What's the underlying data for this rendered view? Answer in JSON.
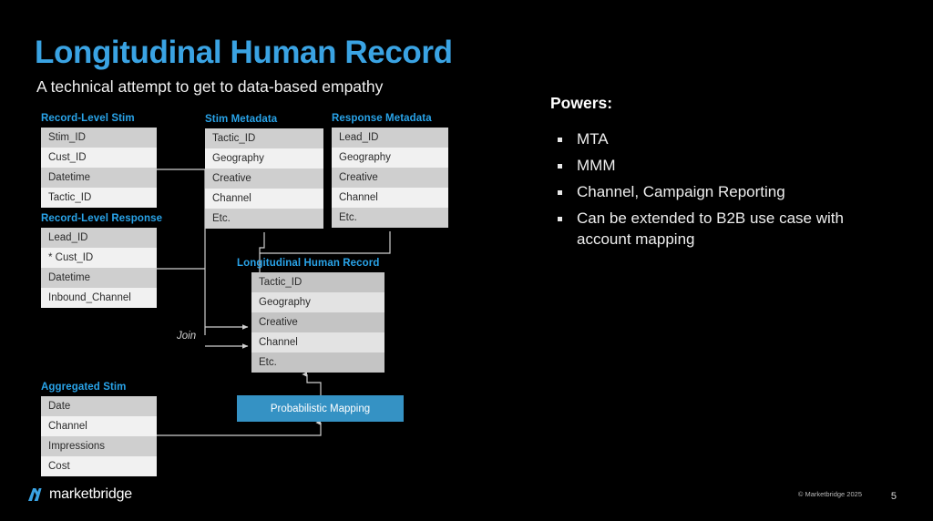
{
  "slide": {
    "title": "Longitudinal Human Record",
    "subtitle": "A technical attempt to get to data-based empathy",
    "accent_color": "#3aa3e3",
    "background_color": "#000000"
  },
  "diagram": {
    "join_label": "Join",
    "probabilistic_mapping": {
      "label": "Probabilistic Mapping",
      "color": "#3592c4"
    },
    "entities": [
      {
        "id": "record-level-stim",
        "label": "Record-Level Stim",
        "fields": [
          "Stim_ID",
          "Cust_ID",
          "Datetime",
          "Tactic_ID"
        ]
      },
      {
        "id": "record-level-response",
        "label": "Record-Level Response",
        "fields": [
          "Lead_ID",
          "* Cust_ID",
          "Datetime",
          "Inbound_Channel"
        ]
      },
      {
        "id": "aggregated-stim",
        "label": "Aggregated Stim",
        "fields": [
          "Date",
          "Channel",
          "Impressions",
          "Cost"
        ]
      },
      {
        "id": "stim-metadata",
        "label": "Stim Metadata",
        "fields": [
          "Tactic_ID",
          "Geography",
          "Creative",
          "Channel",
          "Etc."
        ]
      },
      {
        "id": "response-metadata",
        "label": "Response Metadata",
        "fields": [
          "Lead_ID",
          "Geography",
          "Creative",
          "Channel",
          "Etc."
        ]
      },
      {
        "id": "longitudinal-human-record",
        "label": "Longitudinal Human Record",
        "fields": [
          "Tactic_ID",
          "Geography",
          "Creative",
          "Channel",
          "Etc."
        ]
      }
    ]
  },
  "powers": {
    "title": "Powers:",
    "items": [
      "MTA",
      "MMM",
      "Channel, Campaign Reporting",
      "Can be extended to B2B use case with account mapping"
    ]
  },
  "footer": {
    "logo_text": "marketbridge",
    "copyright": "© Marketbridge 2025",
    "page_number": "5"
  }
}
